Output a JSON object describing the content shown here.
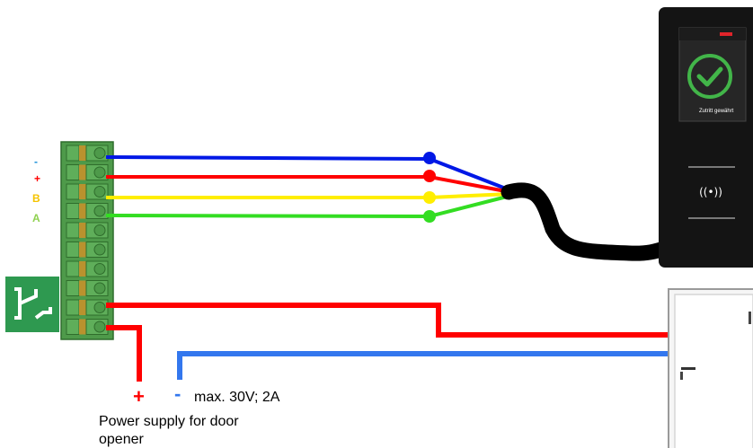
{
  "terminal_labels": {
    "minus": "-",
    "plus": "+",
    "b": "B",
    "a": "A"
  },
  "power": {
    "plus_sign": "+",
    "minus_sign": "-",
    "rating": "max. 30V; 2A",
    "caption_line1": "Power supply for door",
    "caption_line2": "opener"
  },
  "reader_screen": {
    "status_text": "Zutritt gewährt"
  },
  "reader_icon": {
    "text": "((•))"
  },
  "colors": {
    "wire_minus": "#0018e6",
    "wire_plus": "#ff0000",
    "wire_b": "#ffee00",
    "wire_a": "#33dd22",
    "supply_minus": "#3377ee",
    "terminal_green": "#4e9a4a",
    "relay_green": "#2e9950",
    "cable_black": "#000000",
    "reader_body": "#141414",
    "check_green": "#42b549",
    "label_b": "#f5c400",
    "label_a": "#8fd14f",
    "minus_label": "#1a8fd8"
  },
  "icons": {
    "relay_symbol": "relay-switch-icon",
    "check": "checkmark-icon",
    "door_handle": "door-handle-icon"
  }
}
